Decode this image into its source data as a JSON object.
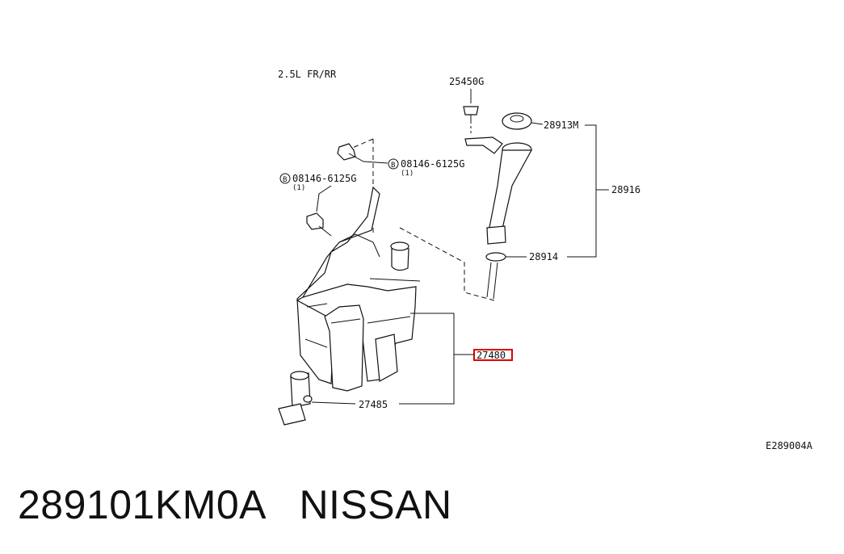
{
  "diagram": {
    "variant_label": "2.5L FR/RR",
    "figure_code": "E289004A",
    "callouts": {
      "p25450G": "25450G",
      "p28913M": "28913M",
      "p28916": "28916",
      "p28914": "28914",
      "p27480": "27480",
      "p27485": "27485",
      "bolt_top": "08146-6125G",
      "bolt_top_qty": "(1)",
      "bolt_left": "08146-6125G",
      "bolt_left_qty": "(1)",
      "bolt_prefix": "B"
    }
  },
  "caption": {
    "part_number": "289101KM0A",
    "brand": "NISSAN"
  },
  "colors": {
    "highlight": "#e00000",
    "ink": "#111111"
  }
}
